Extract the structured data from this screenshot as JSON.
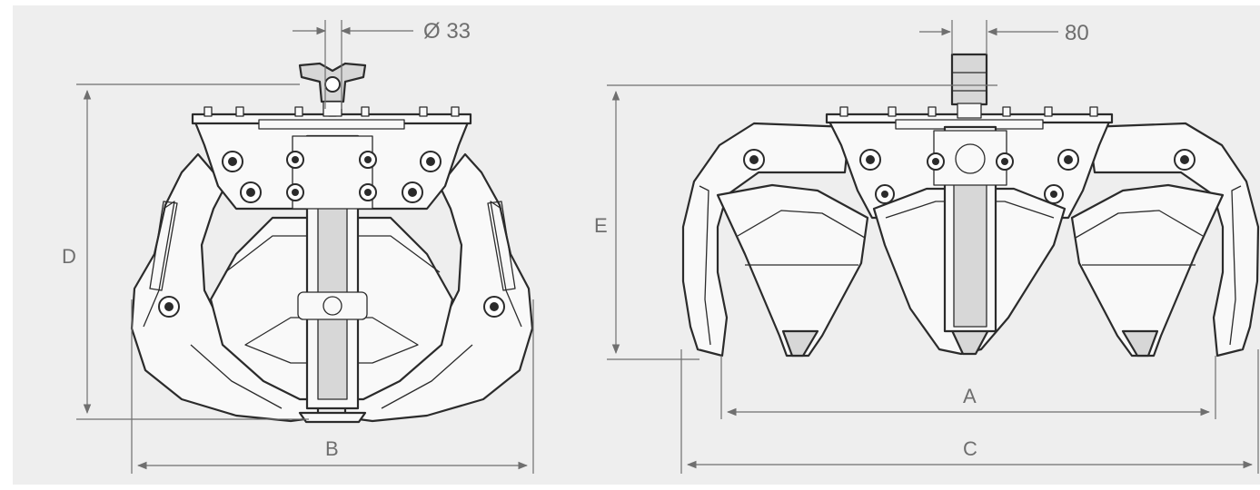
{
  "figure": {
    "left_view": {
      "labels": {
        "shaft_diameter": "Ø 33",
        "height": "D",
        "width": "B"
      }
    },
    "right_view": {
      "labels": {
        "shaft_width": "80",
        "height": "E",
        "inner_width": "A",
        "outer_width": "C"
      }
    }
  },
  "colors": {
    "background_panel": "#eeeeee",
    "line": "#2b2b2b",
    "dimension": "#6f6f6f",
    "label": "#6e6e6e"
  }
}
